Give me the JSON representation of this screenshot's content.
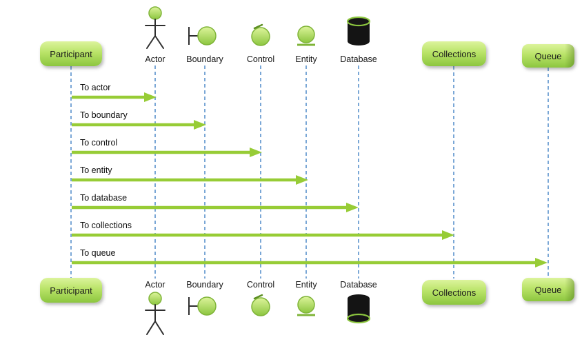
{
  "diagram_type": "uml-sequence-diagram",
  "lifelines": {
    "participant": {
      "label": "Participant",
      "shape": "rounded-rect"
    },
    "actor": {
      "label": "Actor",
      "shape": "stick-figure"
    },
    "boundary": {
      "label": "Boundary",
      "shape": "boundary-circle"
    },
    "control": {
      "label": "Control",
      "shape": "control-circle"
    },
    "entity": {
      "label": "Entity",
      "shape": "entity-circle"
    },
    "database": {
      "label": "Database",
      "shape": "cylinder"
    },
    "collections": {
      "label": "Collections",
      "shape": "rounded-rect"
    },
    "queue": {
      "label": "Queue",
      "shape": "horizontal-cylinder"
    }
  },
  "messages": [
    {
      "label": "To actor",
      "from": "participant",
      "to": "actor"
    },
    {
      "label": "To boundary",
      "from": "participant",
      "to": "boundary"
    },
    {
      "label": "To control",
      "from": "participant",
      "to": "control"
    },
    {
      "label": "To entity",
      "from": "participant",
      "to": "entity"
    },
    {
      "label": "To database",
      "from": "participant",
      "to": "database"
    },
    {
      "label": "To collections",
      "from": "participant",
      "to": "collections"
    },
    {
      "label": "To queue",
      "from": "participant",
      "to": "queue"
    }
  ],
  "icons": {
    "actor": "actor-icon",
    "boundary": "boundary-icon",
    "control": "control-icon",
    "entity": "entity-icon",
    "database": "database-icon"
  },
  "colors": {
    "node_green_light": "#dcf49c",
    "node_green_dark": "#8cc63f",
    "arrow_green": "#97cc36",
    "lifeline_blue": "#7aa7d6",
    "database_black": "#141414",
    "text_dark": "#141414",
    "background": "#ffffff"
  }
}
